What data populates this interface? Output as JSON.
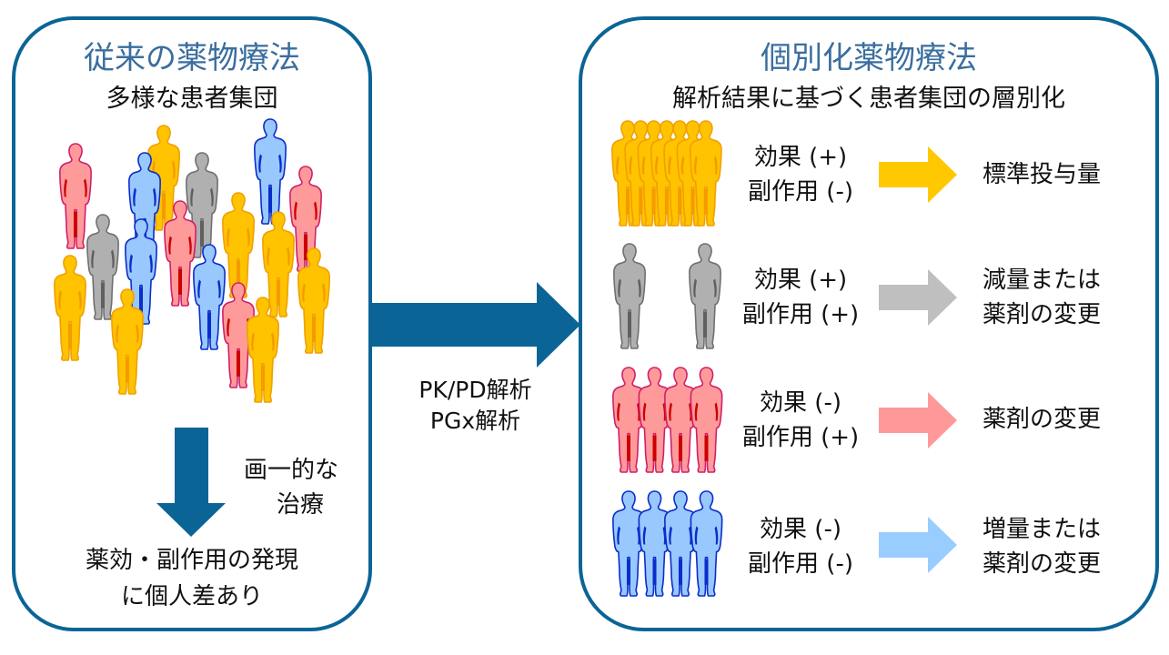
{
  "left_panel": {
    "title": "従来の薬物療法",
    "subtitle": "多様な患者集団",
    "crowd": [
      "yellow",
      "blue",
      "pink",
      "gray",
      "blue",
      "pink",
      "yellow",
      "gray",
      "blue",
      "pink",
      "yellow",
      "yellow",
      "yellow",
      "yellow",
      "blue",
      "pink",
      "yellow"
    ],
    "arrow_label_line1": "画一的な",
    "arrow_label_line2": "治療",
    "result_line1": "薬効・副作用の発現",
    "result_line2": "に個人差あり"
  },
  "center": {
    "arrow_label_line1": "PK/PD解析",
    "arrow_label_line2": "PGx解析"
  },
  "right_panel": {
    "title": "個別化薬物療法",
    "subtitle": "解析結果に基づく患者集団の層別化",
    "groups": [
      {
        "figure_color": "yellow",
        "count": 7,
        "effect": "効果 (+)",
        "side_effect": "副作用 (-)",
        "arrow_color": "#ffc800",
        "action_line1": "標準投与量",
        "action_line2": ""
      },
      {
        "figure_color": "gray",
        "count": 2,
        "effect": "効果 (+)",
        "side_effect": "副作用 (+)",
        "arrow_color": "#bfbfbf",
        "action_line1": "減量または",
        "action_line2": "薬剤の変更"
      },
      {
        "figure_color": "pink",
        "count": 4,
        "effect": "効果 (-)",
        "side_effect": "副作用 (+)",
        "arrow_color": "#ff9999",
        "action_line1": "薬剤の変更",
        "action_line2": ""
      },
      {
        "figure_color": "blue",
        "count": 4,
        "effect": "効果 (-)",
        "side_effect": "副作用 (-)",
        "arrow_color": "#99ccff",
        "action_line1": "増量または",
        "action_line2": "薬剤の変更"
      }
    ]
  },
  "colors": {
    "panel_border": "#0b6496",
    "title": "#3a6e9e",
    "main_arrow": "#0b6496",
    "figures": {
      "yellow": {
        "fill": "#ffc300",
        "stroke": "#f0a000",
        "mark": "#f59a00"
      },
      "blue": {
        "fill": "#99c8ff",
        "stroke": "#0a2ec8",
        "mark": "#0a2ec8"
      },
      "pink": {
        "fill": "#ff9a9a",
        "stroke": "#d0206a",
        "mark": "#cc0000"
      },
      "gray": {
        "fill": "#b0b0b0",
        "stroke": "#707070",
        "mark": "#606060"
      }
    }
  }
}
